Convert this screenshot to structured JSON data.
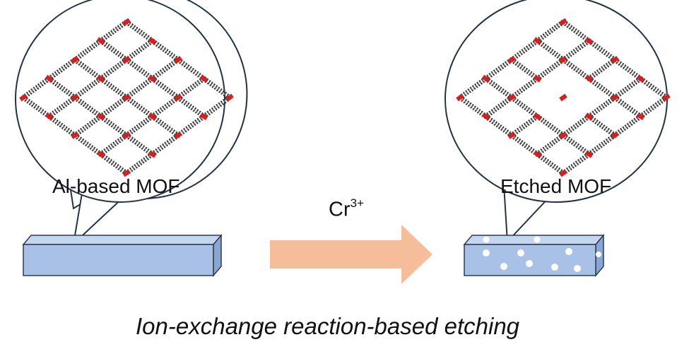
{
  "left_panel": {
    "label": "Al-based MOF"
  },
  "right_panel": {
    "label": "Etched MOF"
  },
  "reagent": {
    "base": "Cr",
    "charge": "3+"
  },
  "caption": "Ion-exchange reaction-based etching",
  "colors": {
    "bar_fill": "#a9c1e6",
    "bar_top": "#c4d6f0",
    "bar_side": "#8aa6d3",
    "bar_stroke": "#2f3a52",
    "arrow": "#f5bd9a",
    "framework_dark": "#3a3a3a",
    "framework_light": "#b8b8b8",
    "metal_node": "#d42020",
    "pore_dot": "#ffffff"
  },
  "icons": {
    "left_framework": "mof-lattice-icon",
    "right_framework": "etched-mof-lattice-icon",
    "arrow": "reaction-arrow-icon"
  }
}
